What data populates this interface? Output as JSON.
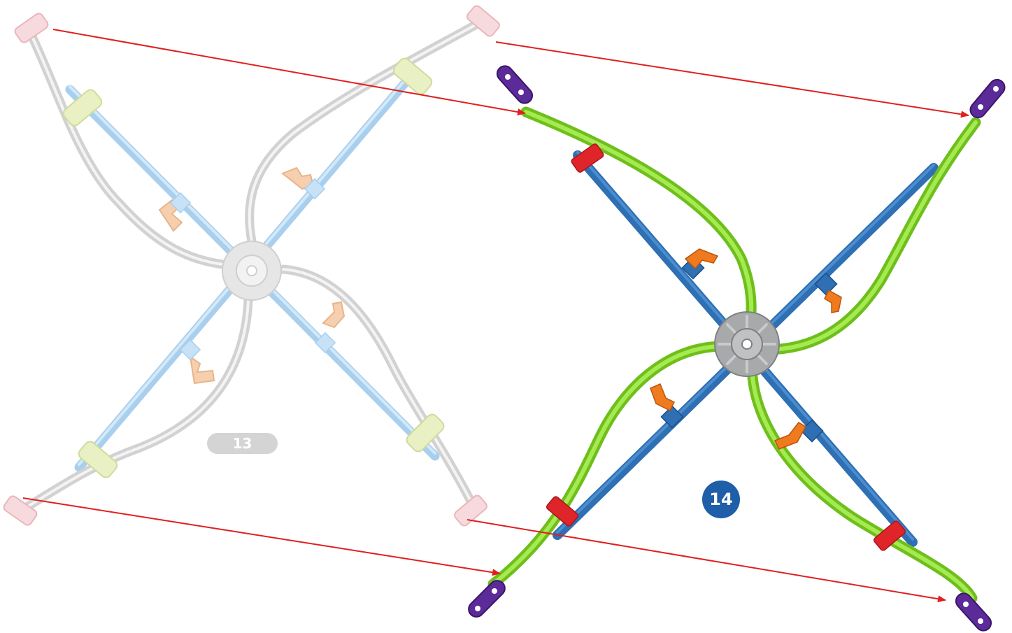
{
  "steps": {
    "previous": {
      "number": "13",
      "state": "faded"
    },
    "current": {
      "number": "14",
      "state": "active"
    }
  },
  "colors": {
    "arrow": "#e0201e",
    "faded_rod": "#b4d8f2",
    "faded_flex": "#d9d9d9",
    "faded_clip": "#e8f0c4",
    "faded_bracket": "#f6cfae",
    "faded_end": "#f6d4d8",
    "rod": "#2f6fb3",
    "flex": "#86d22a",
    "hub": "#a7a9ab",
    "bracket": "#f07a1e",
    "clip": "#e0252a",
    "end_piece": "#5b2b9a",
    "step_badge_active": "#1f5ea8",
    "step_badge_faded": "#d4d4d4"
  },
  "icons": {
    "hub": "star-connector-icon",
    "end_piece": "purple-end-connector-icon",
    "arrow": "direction-arrow-icon"
  }
}
